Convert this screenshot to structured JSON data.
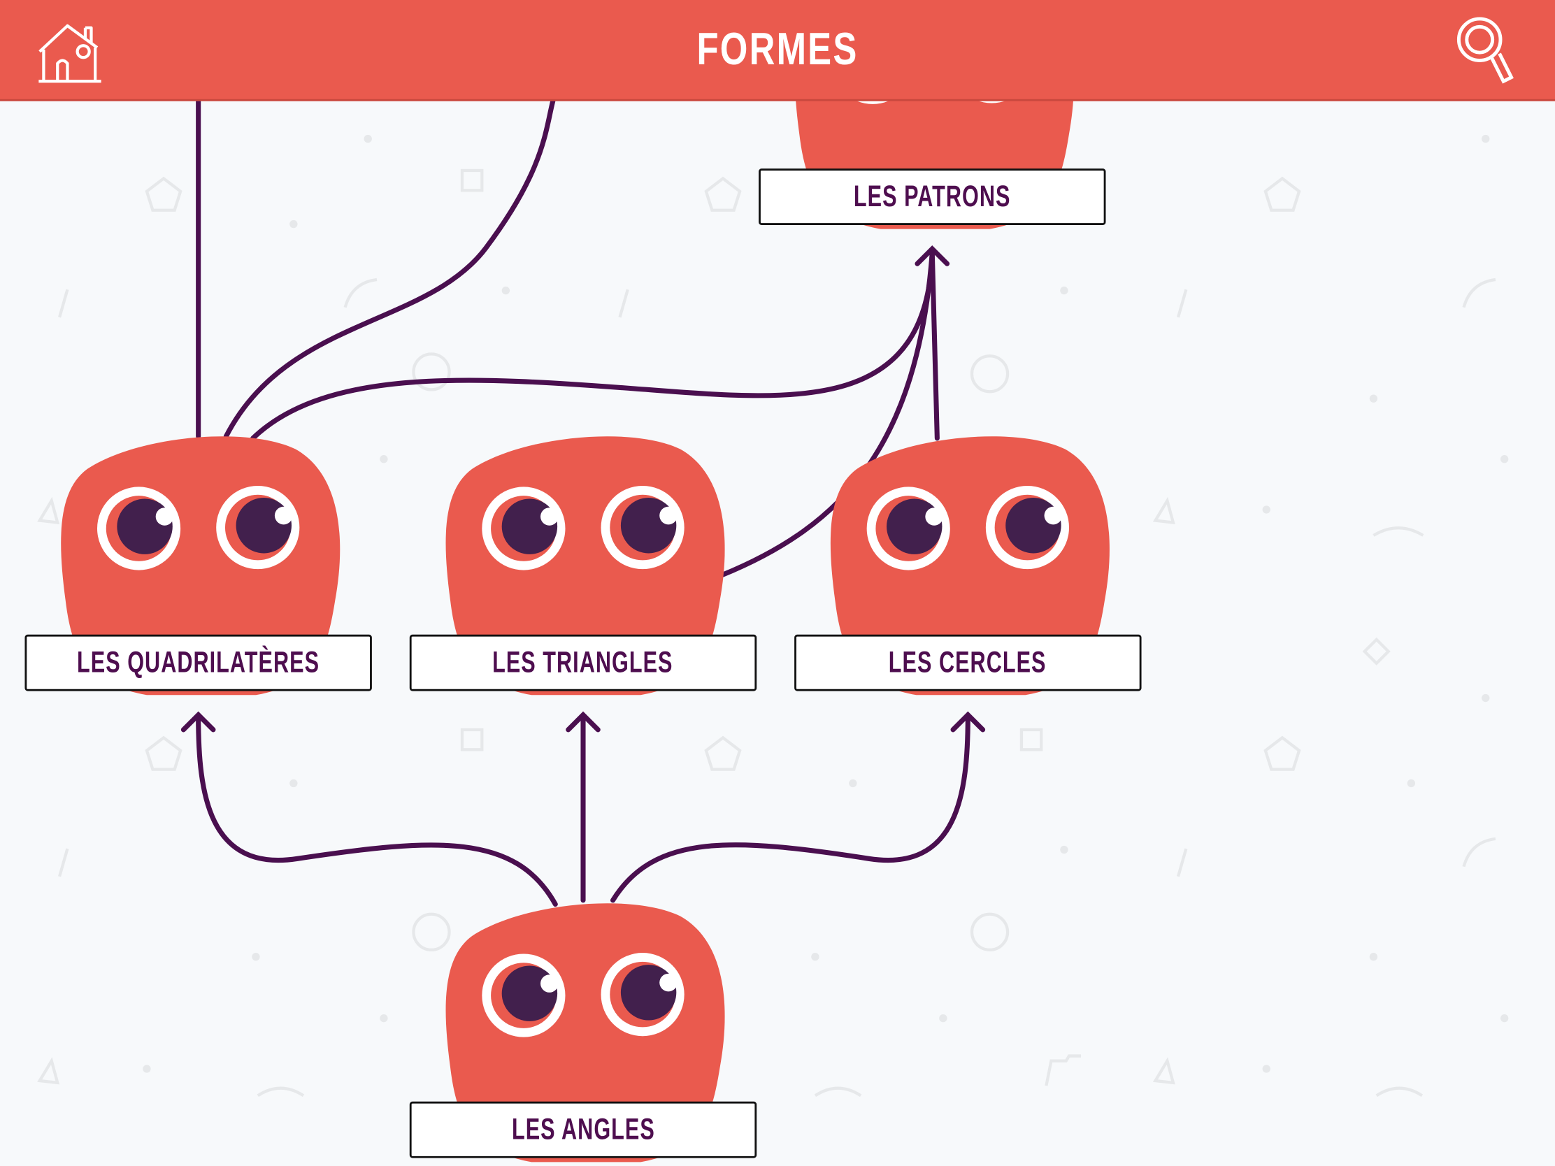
{
  "header": {
    "title": "FORMES",
    "home_icon": "home-icon",
    "search_icon": "search-icon"
  },
  "colors": {
    "header": "#EA5A4E",
    "monster": "#EA5A4E",
    "line": "#4A0F4F",
    "label_text": "#4E0E4F",
    "background": "#F7F9FB"
  },
  "nodes": {
    "patrons": "LES PATRONS",
    "quadrilateres": "LES QUADRILATÈRES",
    "triangles": "LES TRIANGLES",
    "cercles": "LES CERCLES",
    "angles": "LES ANGLES"
  }
}
